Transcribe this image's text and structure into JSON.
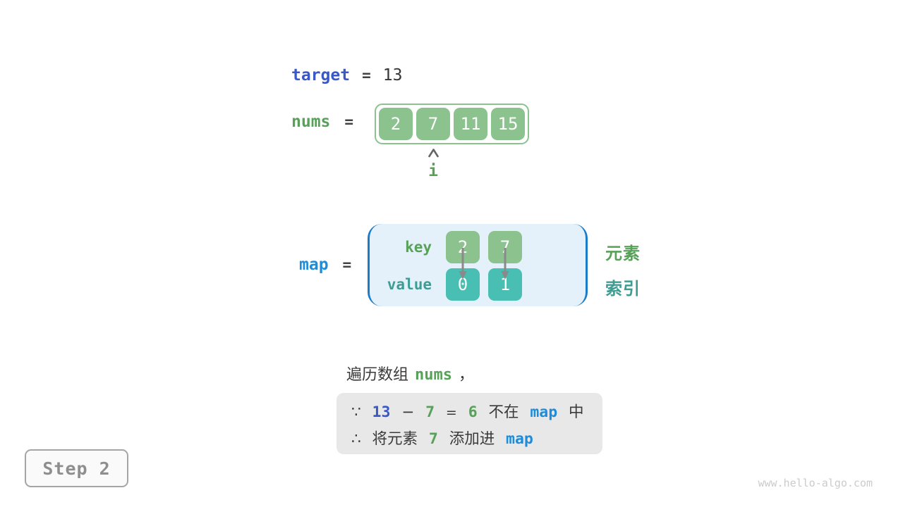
{
  "palette": {
    "accent_blue_dark": "#3A58C6",
    "accent_blue_bright": "#1E8CD9",
    "accent_green_text": "#57A159",
    "accent_green_box": "#8CC28D",
    "accent_teal_text": "#3E9D93",
    "accent_teal_box": "#49BEB2",
    "map_container_fill": "#E4F1FA",
    "map_bracket_blue": "#1A7CC9",
    "note_box_fill": "#E8E8E8",
    "arrow_gray": "#8A8A8A",
    "dark_text": "#3A3A3A"
  },
  "target_line": {
    "var": "target",
    "eq": "=",
    "value": "13"
  },
  "nums_line": {
    "var": "nums",
    "eq": "=",
    "values": [
      "2",
      "7",
      "11",
      "15"
    ],
    "pointer": {
      "label": "i",
      "index": 1
    }
  },
  "map_block": {
    "var": "map",
    "eq": "=",
    "key_label": "key",
    "value_label": "value",
    "entries": [
      {
        "key": "2",
        "value": "0"
      },
      {
        "key": "7",
        "value": "1"
      }
    ],
    "element_label": "元素",
    "index_label": "索引"
  },
  "caption": {
    "prefix": "遍历数组",
    "code": "nums",
    "comma": "，"
  },
  "note_box": {
    "line1": {
      "sym": "∵",
      "minuend": "13",
      "minus": "−",
      "subtrahend": "7",
      "eq": "=",
      "diff": "6",
      "text": "不在",
      "code": "map",
      "suffix": "中"
    },
    "line2": {
      "sym": "∴",
      "prefix": "将元素",
      "value": "7",
      "middle": "添加进",
      "code": "map"
    }
  },
  "step_badge": {
    "label": "Step 2"
  },
  "watermark": {
    "text": "www.hello-algo.com"
  }
}
